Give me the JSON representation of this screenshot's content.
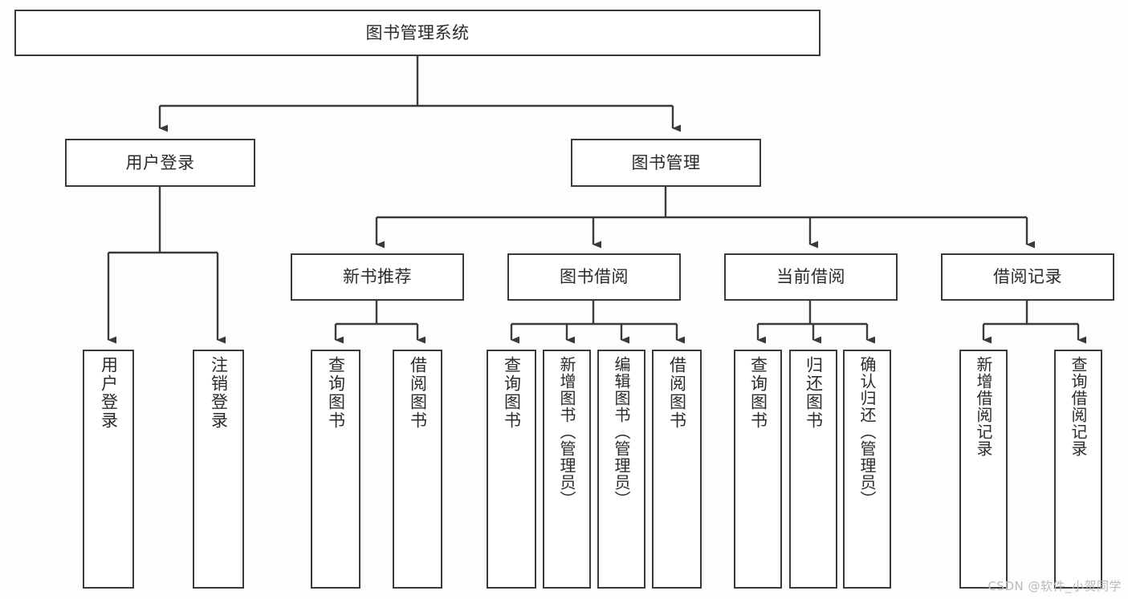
{
  "diagram": {
    "type": "tree-hierarchy",
    "title": "图书管理系统",
    "orientation": "top-down",
    "colors": {
      "background": "#fdfdfd",
      "node_fill": "#ffffff",
      "node_stroke": "#3a3a3a",
      "edge_stroke": "#3a3a3a",
      "text": "#2b2b2b",
      "watermark": "#b9b9b9"
    },
    "watermark": "CSDN @软件_小贺同学",
    "levels": {
      "root": {
        "label": "图书管理系统"
      },
      "level2": [
        {
          "label": "用户登录"
        },
        {
          "label": "图书管理"
        }
      ],
      "level3": [
        {
          "label": "新书推荐"
        },
        {
          "label": "图书借阅"
        },
        {
          "label": "当前借阅"
        },
        {
          "label": "借阅记录"
        }
      ],
      "leaves": {
        "user_login": [
          {
            "label": "用户登录"
          },
          {
            "label": "注销登录"
          }
        ],
        "new_book_recommend": [
          {
            "label": "查询图书"
          },
          {
            "label": "借阅图书"
          }
        ],
        "book_borrow": [
          {
            "label": "查询图书"
          },
          {
            "label": "新增图书（管理员）"
          },
          {
            "label": "编辑图书（管理员）"
          },
          {
            "label": "借阅图书"
          }
        ],
        "current_borrow": [
          {
            "label": "查询图书"
          },
          {
            "label": "归还图书"
          },
          {
            "label": "确认归还（管理员）"
          }
        ],
        "borrow_records": [
          {
            "label": "新增借阅记录"
          },
          {
            "label": "查询借阅记录"
          }
        ]
      }
    }
  }
}
